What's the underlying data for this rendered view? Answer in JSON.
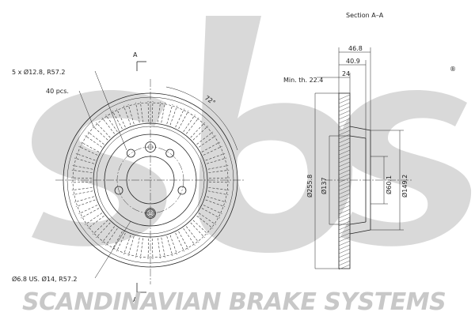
{
  "brand": {
    "wordmark": "SCANDINAVIAN BRAKE SYSTEMS",
    "logo_mark": "sbs",
    "registered_symbol": "®"
  },
  "section": {
    "title": "Section A–A",
    "marker": "A"
  },
  "front_view": {
    "bolt_circle_label": "5 x Ø12.8, R57.2",
    "vanes_label": "40 pcs.",
    "angle_label": "72°",
    "aux_holes_label": "Ø6.8 US. Ø14, R57.2"
  },
  "section_view": {
    "min_thickness_label": "Min. th. 22.4",
    "dim_width_total": "46.8",
    "dim_hat_height": "40.9",
    "dim_thickness": "24",
    "dim_outer_diameter": "Ø255.8",
    "dim_inner_diameter": "Ø137",
    "dim_center_bore": "Ø60.1",
    "dim_hat_diameter": "Ø149.2"
  },
  "colors": {
    "line": "#222222",
    "watermark": "#d9d9d9"
  }
}
